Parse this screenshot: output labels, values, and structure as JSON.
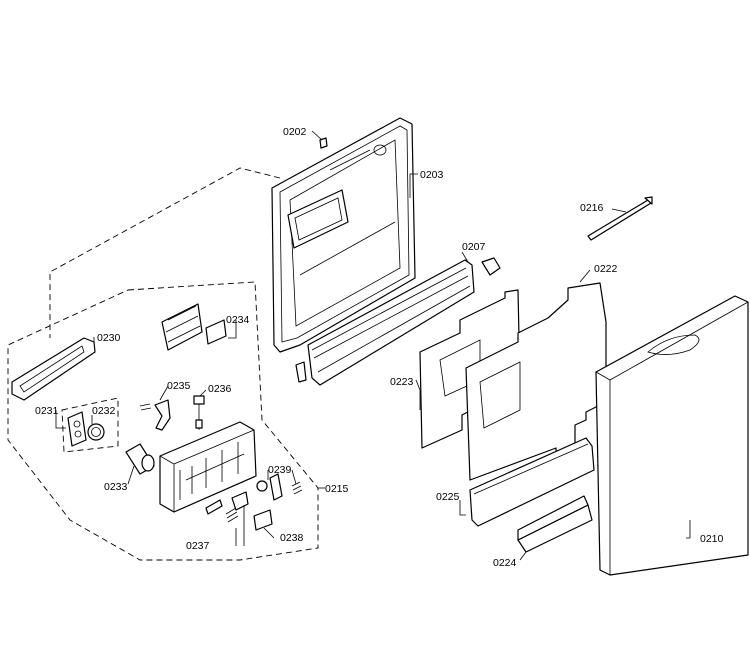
{
  "labels": {
    "p0202": "0202",
    "p0203": "0203",
    "p0207": "0207",
    "p0210": "0210",
    "p0215": "0215",
    "p0216": "0216",
    "p0222": "0222",
    "p0223": "0223",
    "p0224": "0224",
    "p0225": "0225",
    "p0230": "0230",
    "p0231": "0231",
    "p0232": "0232",
    "p0233": "0233",
    "p0234": "0234",
    "p0235": "0235",
    "p0236": "0236",
    "p0237": "0237",
    "p0238": "0238",
    "p0239": "0239"
  }
}
